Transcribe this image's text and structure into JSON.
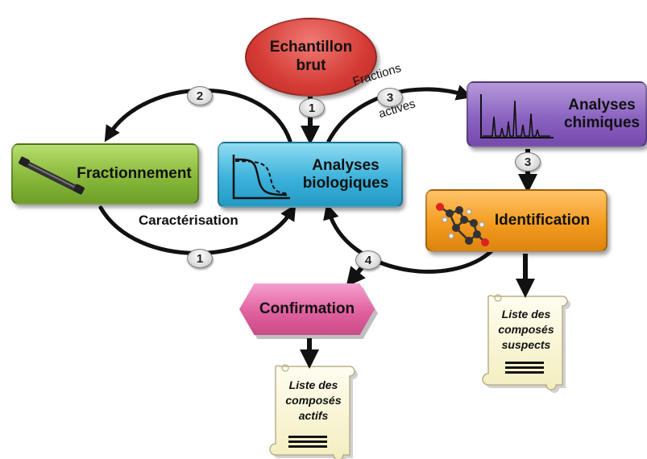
{
  "nodes": {
    "echantillon_line1": "Echantillon",
    "echantillon_line2": "brut",
    "fractionnement": "Fractionnement",
    "analyses_bio_line1": "Analyses",
    "analyses_bio_line2": "biologiques",
    "analyses_chim_line1": "Analyses",
    "analyses_chim_line2": "chimiques",
    "identification": "Identification",
    "confirmation": "Confirmation"
  },
  "edge_labels": {
    "caracterisation": "Caractérisation",
    "fractions_line1": "Fractions",
    "fractions_line2": "actives"
  },
  "step_badges": {
    "echantillon_to_bio": "1",
    "bio_to_frac": "2",
    "frac_to_bio": "1",
    "bio_to_chim": "3",
    "chim_to_ident": "3",
    "ident_to_confirmation": "4"
  },
  "documents": {
    "suspects": [
      "Liste des",
      "composés",
      "suspects"
    ],
    "actifs": [
      "Liste des",
      "composés",
      "actifs"
    ]
  },
  "colors": {
    "echantillon": "#d53b35",
    "fractionnement": "#88b93b",
    "analyses_biologiques": "#3db2db",
    "analyses_chimiques": "#8b63c1",
    "identification": "#f39c1f",
    "confirmation": "#e1619f",
    "document": "#fbf7d8",
    "arrow": "#111111"
  }
}
